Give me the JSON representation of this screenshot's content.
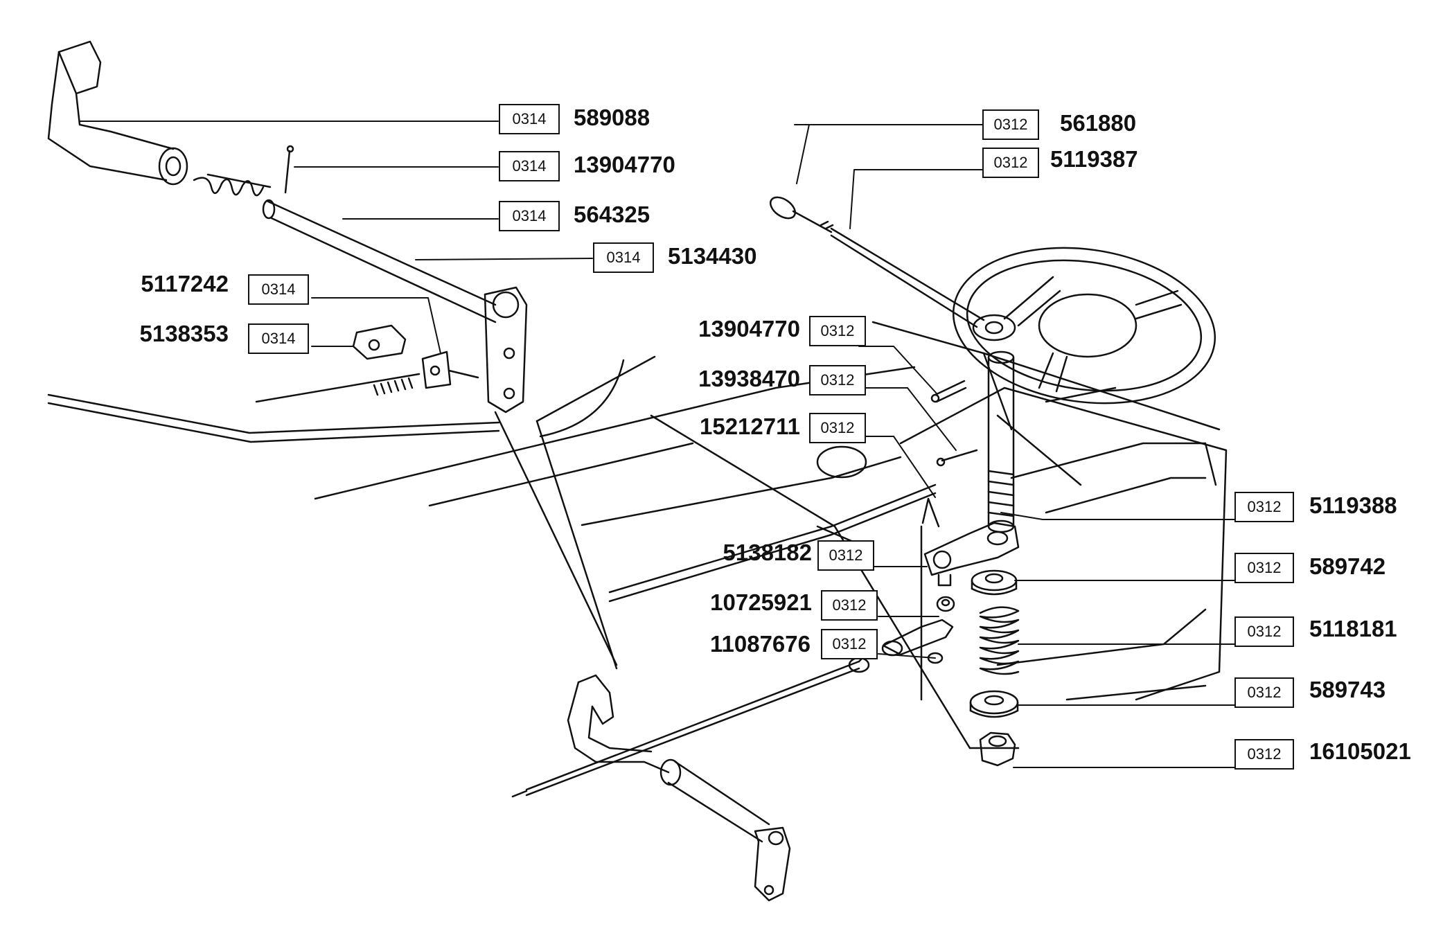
{
  "callouts": [
    {
      "code": "0314",
      "part": "589088"
    },
    {
      "code": "0314",
      "part": "13904770"
    },
    {
      "code": "0314",
      "part": "564325"
    },
    {
      "code": "0314",
      "part": "5134430"
    },
    {
      "code": "0314",
      "part": "5117242"
    },
    {
      "code": "0314",
      "part": "5138353"
    },
    {
      "code": "0312",
      "part": "561880"
    },
    {
      "code": "0312",
      "part": "5119387"
    },
    {
      "code": "0312",
      "part": "13904770"
    },
    {
      "code": "0312",
      "part": "13938470"
    },
    {
      "code": "0312",
      "part": "15212711"
    },
    {
      "code": "0312",
      "part": "5119388"
    },
    {
      "code": "0312",
      "part": "5138182"
    },
    {
      "code": "0312",
      "part": "589742"
    },
    {
      "code": "0312",
      "part": "10725921"
    },
    {
      "code": "0312",
      "part": "5118181"
    },
    {
      "code": "0312",
      "part": "11087676"
    },
    {
      "code": "0312",
      "part": "589743"
    },
    {
      "code": "0312",
      "part": "16105021"
    }
  ]
}
